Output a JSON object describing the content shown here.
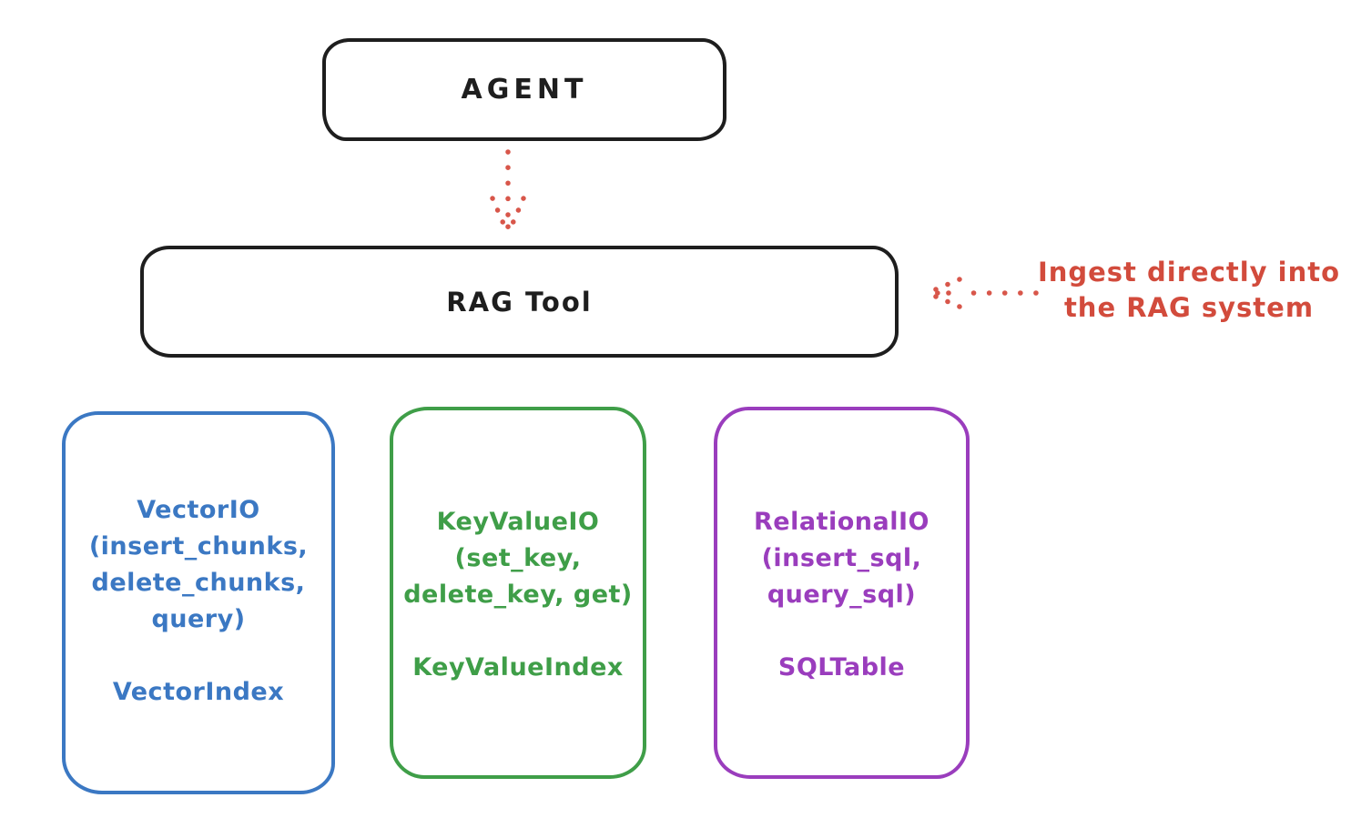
{
  "colors": {
    "ink": "#1e1e1e",
    "red": "#d24b3c",
    "blue": "#3b78c3",
    "green": "#3f9e48",
    "purple": "#9a3dbd"
  },
  "agent": {
    "label": "AGENT"
  },
  "rag_tool": {
    "label": "RAG Tool"
  },
  "annotation": {
    "line1": "Ingest directly into",
    "line2": "the RAG system"
  },
  "backends": [
    {
      "name": "vector-io",
      "color": "#3b78c3",
      "title_lines": [
        "VectorIO",
        "(insert_chunks,",
        "delete_chunks,",
        "query)"
      ],
      "index_label": "VectorIndex"
    },
    {
      "name": "keyvalue-io",
      "color": "#3f9e48",
      "title_lines": [
        "KeyValueIO",
        "(set_key,",
        "delete_key, get)"
      ],
      "index_label": "KeyValueIndex"
    },
    {
      "name": "relational-io",
      "color": "#9a3dbd",
      "title_lines": [
        "RelationalIO",
        "(insert_sql,",
        "query_sql)"
      ],
      "index_label": "SQLTable"
    }
  ]
}
